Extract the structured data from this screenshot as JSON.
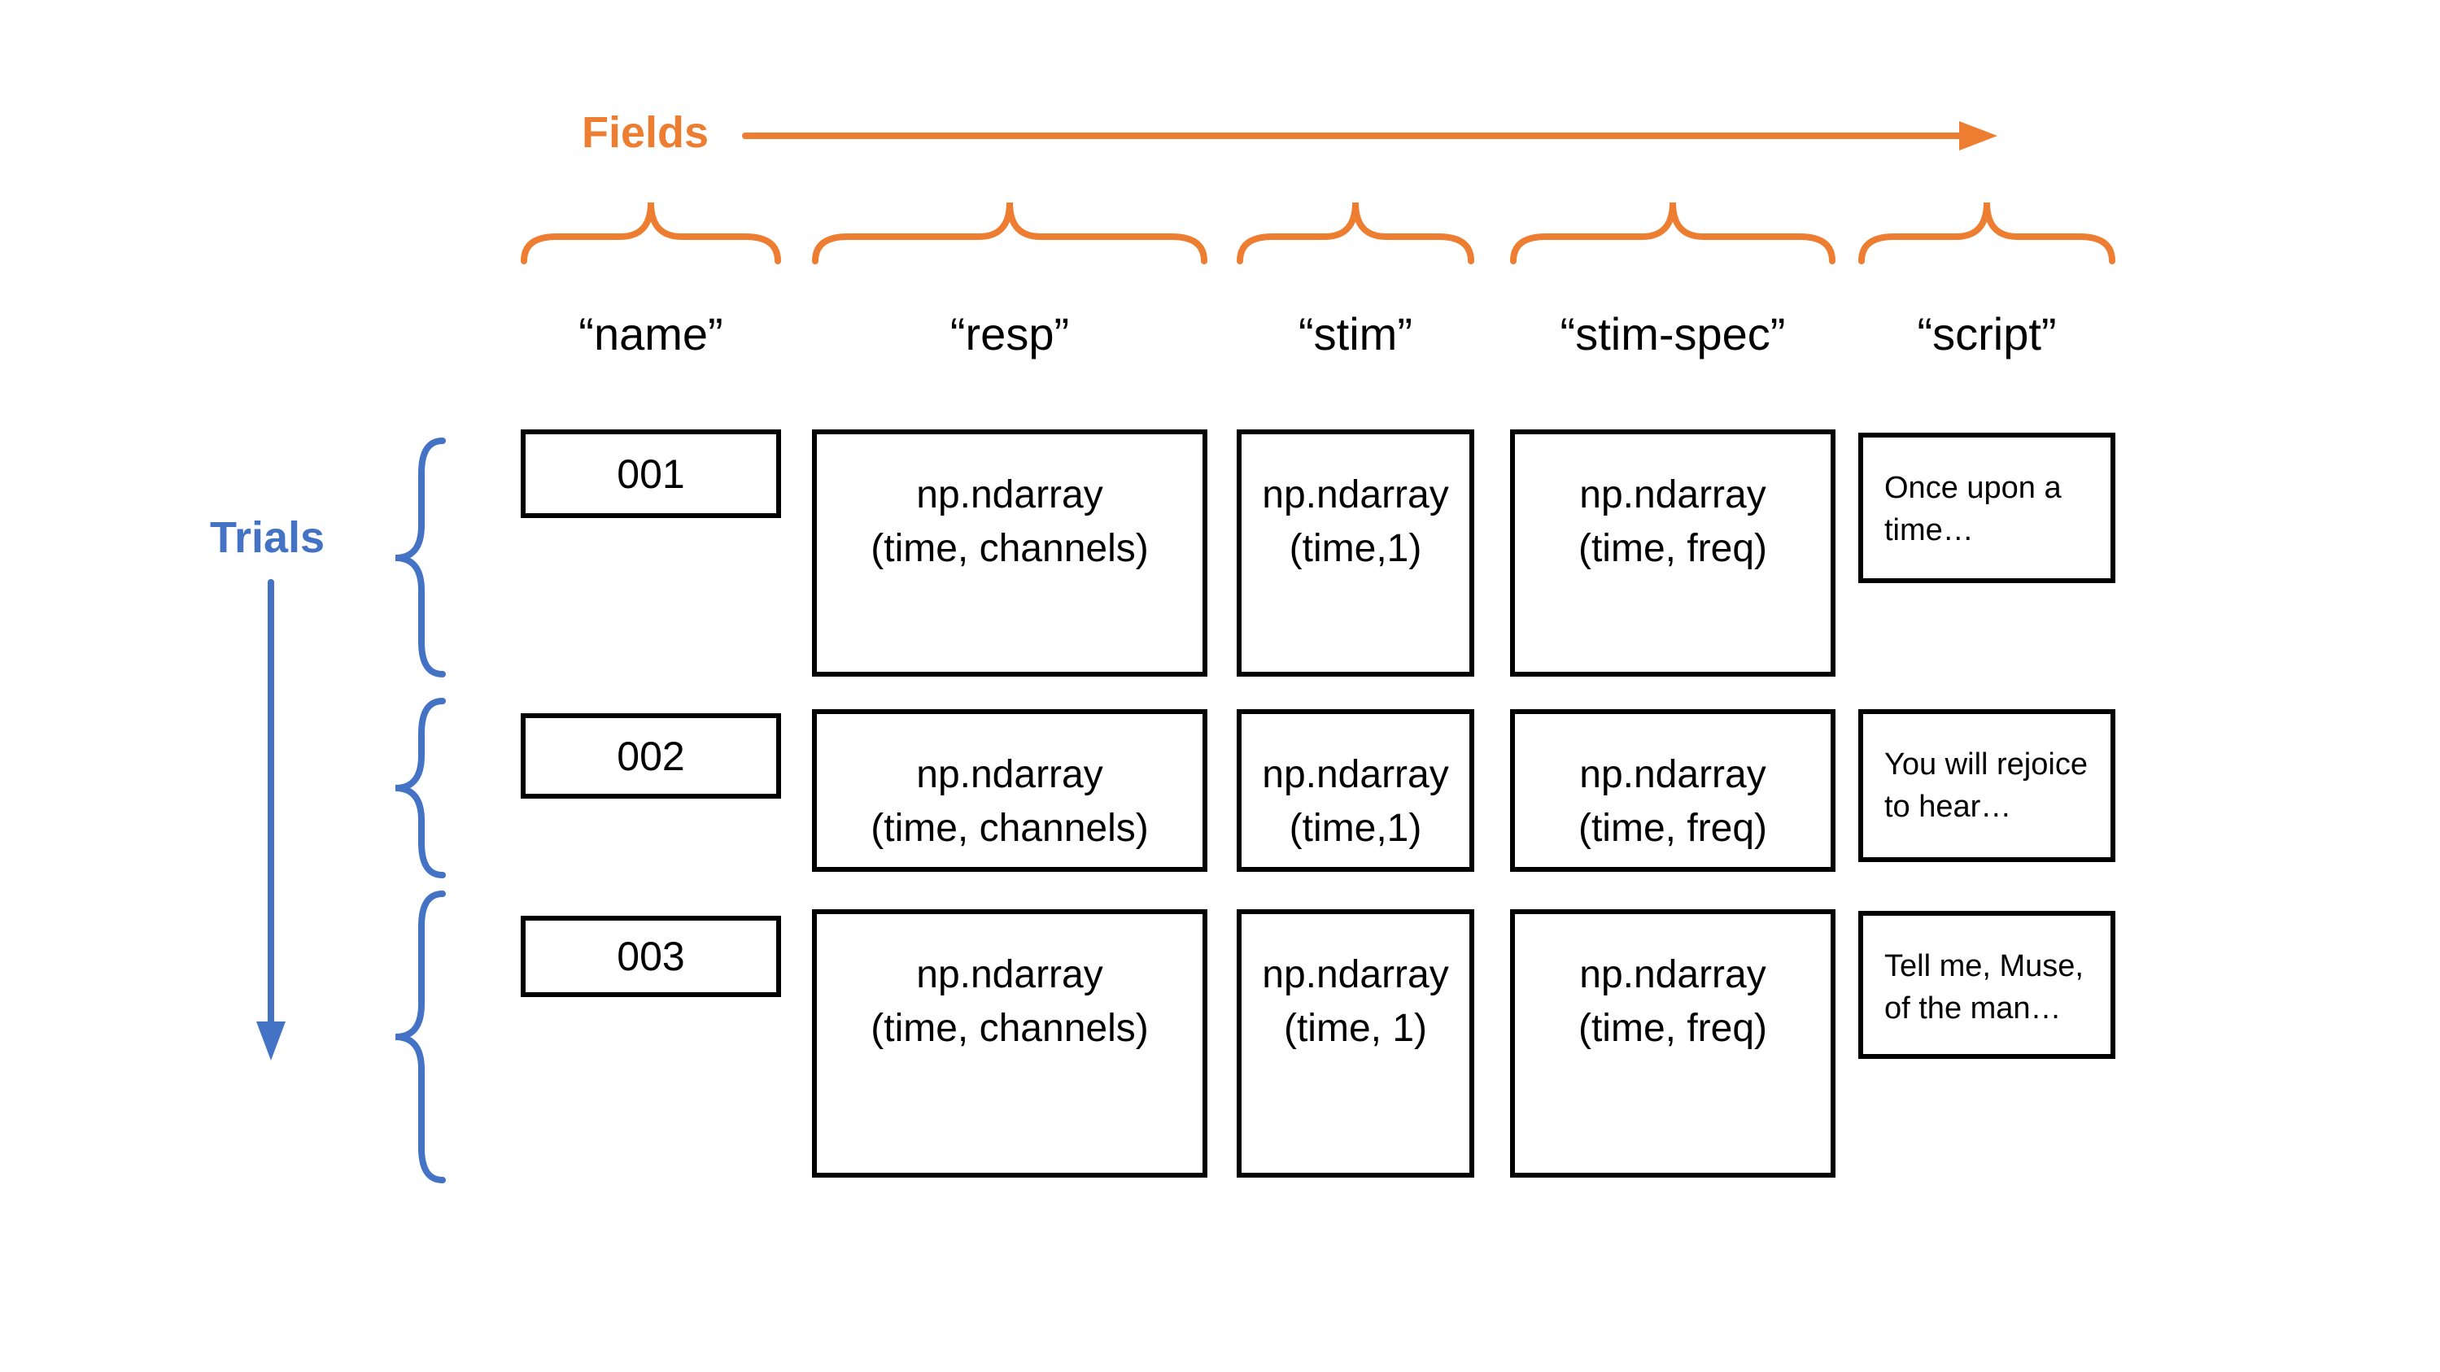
{
  "colors": {
    "orange": "#ED7D31",
    "blue": "#4472C4",
    "box_border": "#000000",
    "text": "#000000",
    "background": "#FFFFFF"
  },
  "axes": {
    "fields_label": "Fields",
    "trials_label": "Trials"
  },
  "columns": [
    {
      "id": "name",
      "label": "“name”"
    },
    {
      "id": "resp",
      "label": "“resp”"
    },
    {
      "id": "stim",
      "label": "“stim”"
    },
    {
      "id": "stim_spec",
      "label": "“stim-spec”"
    },
    {
      "id": "script",
      "label": "“script”"
    }
  ],
  "rows": [
    {
      "name": "001",
      "resp": {
        "line1": "np.ndarray",
        "line2": "(time, channels)"
      },
      "stim": {
        "line1": "np.ndarray",
        "line2": "(time,1)"
      },
      "stim_spec": {
        "line1": "np.ndarray",
        "line2": "(time, freq)"
      },
      "script": {
        "line1": "Once upon a",
        "line2": "time…"
      }
    },
    {
      "name": "002",
      "resp": {
        "line1": "np.ndarray",
        "line2": "(time, channels)"
      },
      "stim": {
        "line1": "np.ndarray",
        "line2": "(time,1)"
      },
      "stim_spec": {
        "line1": "np.ndarray",
        "line2": "(time, freq)"
      },
      "script": {
        "line1": "You will rejoice",
        "line2": "to hear…"
      }
    },
    {
      "name": "003",
      "resp": {
        "line1": "np.ndarray",
        "line2": "(time, channels)"
      },
      "stim": {
        "line1": "np.ndarray",
        "line2": "(time, 1)"
      },
      "stim_spec": {
        "line1": "np.ndarray",
        "line2": "(time, freq)"
      },
      "script": {
        "line1": "Tell me, Muse,",
        "line2": "of the man…"
      }
    }
  ]
}
